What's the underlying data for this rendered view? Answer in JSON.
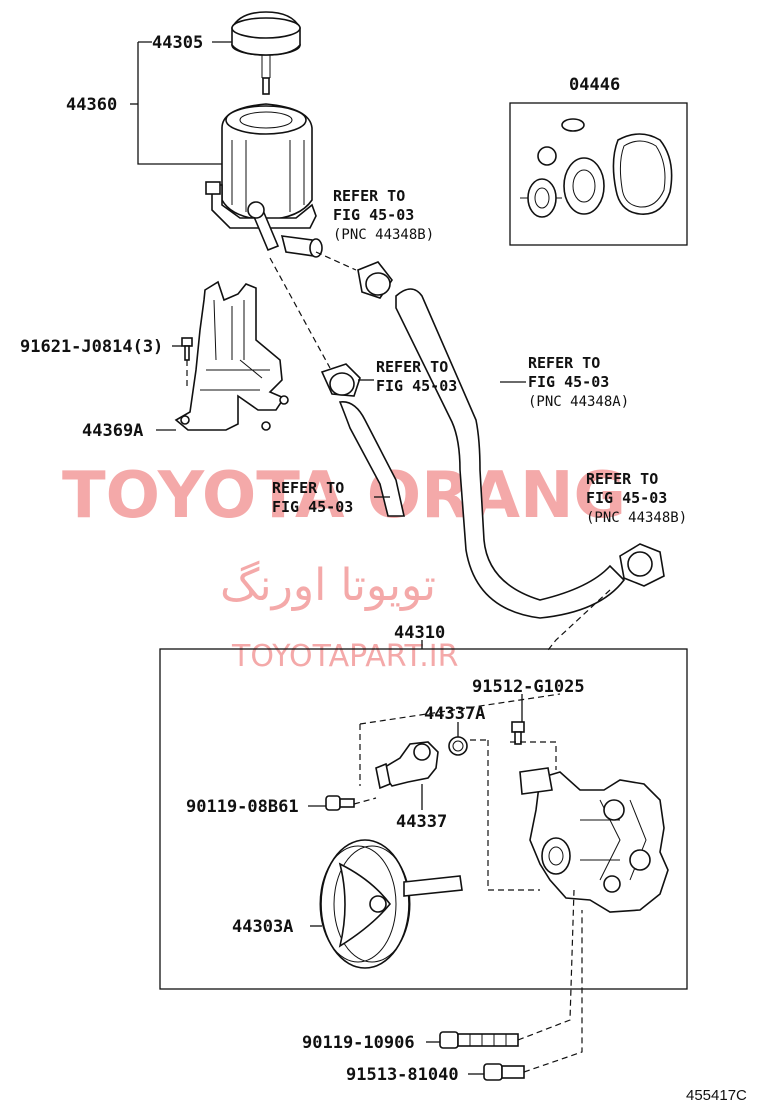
{
  "labels": {
    "p44305": "44305",
    "p44360": "44360",
    "p04446": "04446",
    "p91621": "91621-J0814(3)",
    "p44369A": "44369A",
    "p44310": "44310",
    "p91512": "91512-G1025",
    "p44337A": "44337A",
    "p90119a": "90119-08B61",
    "p44337": "44337",
    "p44303A": "44303A",
    "p90119b": "90119-10906",
    "p91513": "91513-81040"
  },
  "refs": {
    "r1": {
      "line1": "REFER TO",
      "line2": "FIG 45-03",
      "line3": "(PNC 44348B)"
    },
    "r2": {
      "line1": "REFER TO",
      "line2": "FIG 45-03"
    },
    "r3": {
      "line1": "REFER TO",
      "line2": "FIG 45-03",
      "line3": "(PNC 44348A)"
    },
    "r4": {
      "line1": "REFER TO",
      "line2": "FIG 45-03"
    },
    "r5": {
      "line1": "REFER TO",
      "line2": "FIG 45-03",
      "line3": "(PNC 44348B)"
    }
  },
  "watermark": {
    "brand": "TOYOTA ORANG",
    "persian": "تویوتا اورنگ",
    "site": "TOYOTAPART.IR"
  },
  "diagram_id": "455417C"
}
